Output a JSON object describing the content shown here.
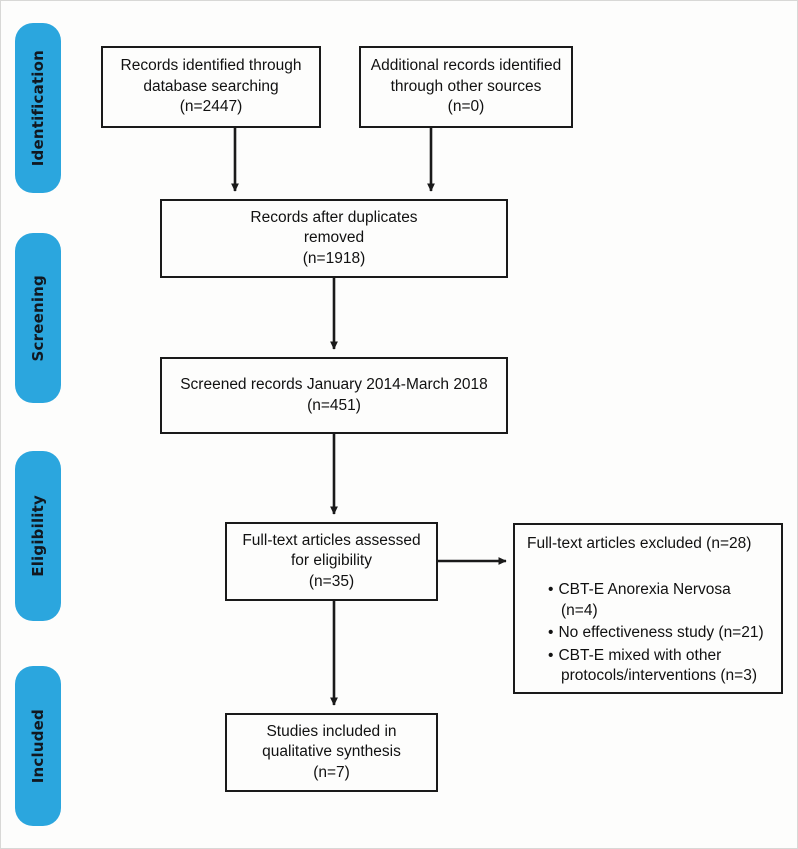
{
  "figure": {
    "type": "prisma-flow-diagram",
    "background": "#fdfdfc",
    "accent_color": "#2BA6DE",
    "line_color": "#1a1a1a"
  },
  "stages": [
    {
      "label": "Identification"
    },
    {
      "label": "Screening"
    },
    {
      "label": "Eligibility"
    },
    {
      "label": "Included"
    }
  ],
  "boxes": {
    "records_database": "Records identified through\ndatabase searching\n(n=2447)",
    "records_other": "Additional records identified\nthrough other sources\n(n=0)",
    "duplicates_removed": "Records after duplicates\nremoved\n(n=1918)",
    "screened": "Screened records January 2014-March 2018\n(n=451)",
    "fulltext_assessed": "Full-text articles assessed\nfor eligibility\n(n=35)",
    "included": "Studies included in\nqualitative synthesis\n(n=7)"
  },
  "excluded": {
    "heading": "Full-text articles excluded (n=28)",
    "bullet": "•",
    "reasons": [
      "CBT-E Anorexia Nervosa (n=4)",
      "No effectiveness study (n=21)",
      "CBT-E mixed with other\nprotocols/interventions (n=3)"
    ]
  },
  "counts": {
    "database_searching": 2447,
    "other_sources": 0,
    "after_duplicates": 1918,
    "screened": 451,
    "fulltext_assessed": 35,
    "fulltext_excluded": 28,
    "excluded_anorexia": 4,
    "excluded_no_effectiveness": 21,
    "excluded_mixed_protocols": 3,
    "included_qualitative": 7
  }
}
